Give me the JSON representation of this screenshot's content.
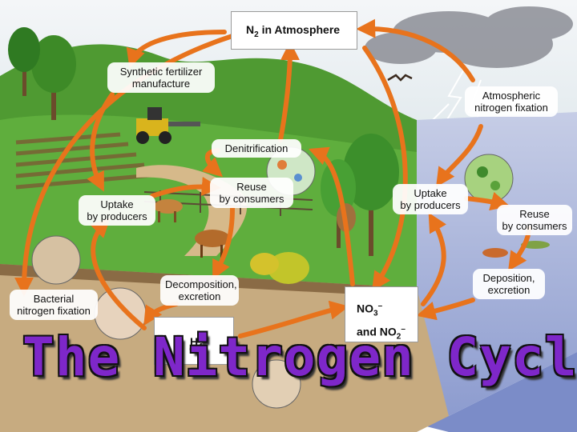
{
  "title": "The Nitrogen Cycle",
  "colors": {
    "arrow": "#e8731c",
    "title_fill": "#7e27c9",
    "water": "#a7b4da",
    "grass": "#3f8d2b",
    "soil": "#c7ab80",
    "sky": "#ffffff"
  },
  "boxes": {
    "n2": {
      "main": "N",
      "sub": "2",
      "rest": " in Atmosphere"
    },
    "no": {
      "line1_main": "NO",
      "line1_sub": "3",
      "line1_sup": "–",
      "line2_main": "and NO",
      "line2_sub": "2",
      "line2_sup": "–"
    },
    "nh": {
      "main": "H",
      "sub": "4"
    }
  },
  "labels": {
    "synthetic": [
      "Synthetic fertilizer",
      "manufacture"
    ],
    "atmospheric": [
      "Atmospheric",
      "nitrogen fixation"
    ],
    "denitrification": [
      "Denitrification"
    ],
    "reuse_land": [
      "Reuse",
      "by consumers"
    ],
    "uptake_land": [
      "Uptake",
      "by producers"
    ],
    "uptake_water": [
      "Uptake",
      "by producers"
    ],
    "reuse_water": [
      "Reuse",
      "by consumers"
    ],
    "decomposition": [
      "Decomposition,",
      "excretion"
    ],
    "deposition": [
      "Deposition,",
      "excretion"
    ],
    "bacterial": [
      "Bacterial",
      "nitrogen fixation"
    ]
  }
}
